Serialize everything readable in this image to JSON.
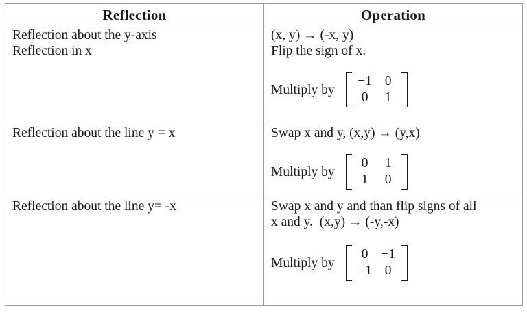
{
  "table": {
    "headers": [
      "Reflection",
      "Operation"
    ],
    "rows": [
      {
        "reflection_lines": [
          "Reflection about the y-axis",
          "Reflection in x"
        ],
        "operation_lines": [
          "(x, y) → (-x, y)",
          "Flip the sign of x."
        ],
        "multiply_label": "Multiply by",
        "matrix": [
          [
            "−1",
            "0"
          ],
          [
            "0",
            "1"
          ]
        ]
      },
      {
        "reflection_lines": [
          "Reflection about the line y = x"
        ],
        "operation_lines": [
          "Swap x and y, (x,y) → (y,x)"
        ],
        "multiply_label": "Multiply by",
        "matrix": [
          [
            "0",
            "1"
          ],
          [
            "1",
            "0"
          ]
        ]
      },
      {
        "reflection_lines": [
          "Reflection about the line y= -x"
        ],
        "operation_lines": [
          "Swap x and y and than flip signs of all",
          "x and y.  (x,y) → (-y,-x)"
        ],
        "multiply_label": "Multiply by",
        "matrix": [
          [
            "0",
            "−1"
          ],
          [
            "−1",
            "0"
          ]
        ]
      }
    ]
  },
  "colors": {
    "text": "#1a1a1a",
    "border": "#9a9a9a",
    "background": "#ffffff"
  }
}
